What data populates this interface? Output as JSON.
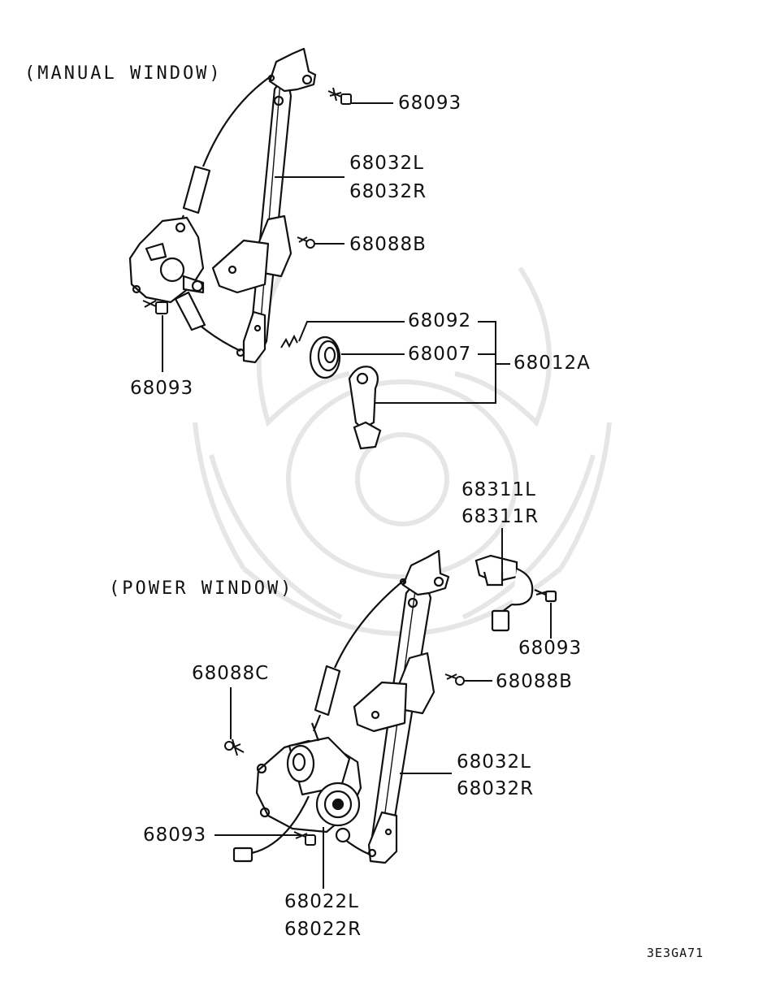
{
  "sections": {
    "manual": "(MANUAL WINDOW)",
    "power": "(POWER WINDOW)"
  },
  "manual": {
    "bolt_top": "68093",
    "regulator_l": "68032L",
    "regulator_r": "68032R",
    "screw": "68088B",
    "clip": "68092",
    "escutcheon": "68007",
    "handle_kit": "68012A",
    "bolt_bottom": "68093"
  },
  "power": {
    "switch_l": "68311L",
    "switch_r": "68311R",
    "switch_bolt": "68093",
    "screw_c": "68088C",
    "screw_b": "68088B",
    "regulator_l": "68032L",
    "regulator_r": "68032R",
    "bolt": "68093",
    "motor_l": "68022L",
    "motor_r": "68022R"
  },
  "diagram_code": "3E3GA71",
  "colors": {
    "ink": "#111111",
    "watermark": "#e8e8e8"
  }
}
